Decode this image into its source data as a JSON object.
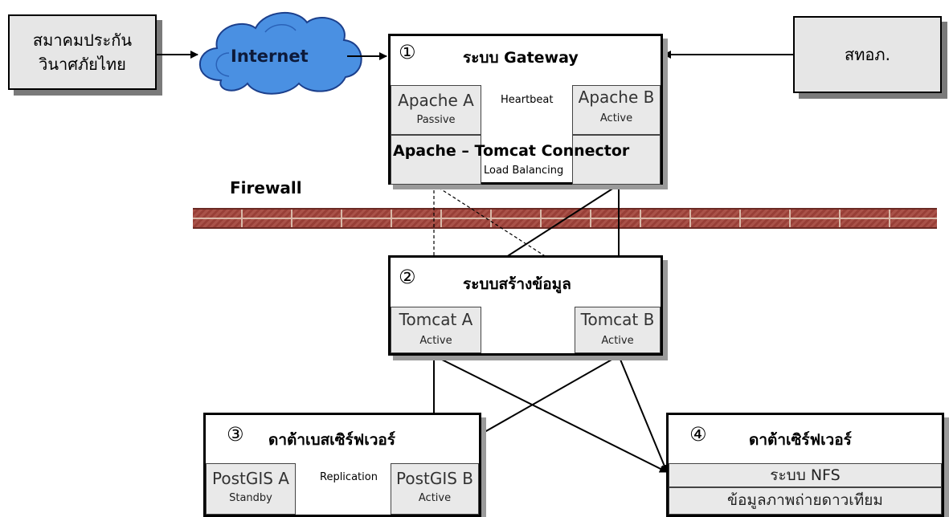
{
  "sources": {
    "assoc_line1": "สมาคมประกัน",
    "assoc_line2": "วินาศภัยไทย",
    "internet": "Internet",
    "oic": "สทอภ."
  },
  "gateway": {
    "num": "①",
    "title": "ระบบ Gateway",
    "apache_a": "Apache A",
    "apache_a_state": "Passive",
    "apache_b": "Apache B",
    "apache_b_state": "Active",
    "heartbeat": "Heartbeat",
    "connector": "Apache – Tomcat Connector",
    "load_balancing": "Load Balancing"
  },
  "firewall": {
    "label": "Firewall"
  },
  "app": {
    "num": "②",
    "title": "ระบบสร้างข้อมูล",
    "tomcat_a": "Tomcat A",
    "tomcat_a_state": "Active",
    "tomcat_b": "Tomcat B",
    "tomcat_b_state": "Active"
  },
  "db": {
    "num": "③",
    "title": "ดาต้าเบสเซิร์ฟเวอร์",
    "postgis_a": "PostGIS A",
    "postgis_a_state": "Standby",
    "postgis_b": "PostGIS B",
    "postgis_b_state": "Active",
    "replication": "Replication"
  },
  "data": {
    "num": "④",
    "title": "ดาต้าเซิร์ฟเวอร์",
    "nfs": "ระบบ NFS",
    "imagery": "ข้อมูลภาพถ่ายดาวเทียม"
  },
  "colors": {
    "cloud": "#3d8be8",
    "brick": "#a2433a",
    "mortar": "#d9b8a8"
  }
}
